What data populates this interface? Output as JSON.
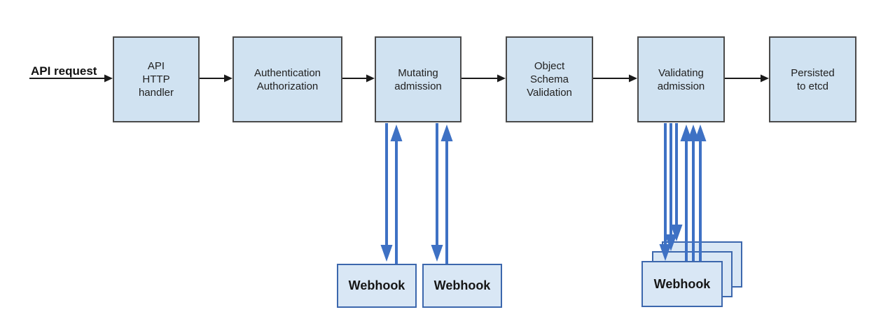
{
  "labels": {
    "api_request": "API request"
  },
  "nodes": [
    {
      "id": "api-http-handler",
      "label": "API\nHTTP\nhandler"
    },
    {
      "id": "authn-authz",
      "label": "Authentication\nAuthorization"
    },
    {
      "id": "mutating-admission",
      "label": "Mutating\nadmission"
    },
    {
      "id": "object-schema-validation",
      "label": "Object\nSchema\nValidation"
    },
    {
      "id": "validating-admission",
      "label": "Validating\nadmission"
    },
    {
      "id": "persisted-to-etcd",
      "label": "Persisted\nto etcd"
    }
  ],
  "webhooks": {
    "mutating": [
      "Webhook",
      "Webhook"
    ],
    "validating": "Webhook"
  },
  "edges": [
    {
      "from": "api-request",
      "to": "api-http-handler",
      "style": "black-arrow"
    },
    {
      "from": "api-http-handler",
      "to": "authn-authz",
      "style": "black-arrow"
    },
    {
      "from": "authn-authz",
      "to": "mutating-admission",
      "style": "black-arrow"
    },
    {
      "from": "mutating-admission",
      "to": "object-schema-validation",
      "style": "black-arrow"
    },
    {
      "from": "object-schema-validation",
      "to": "validating-admission",
      "style": "black-arrow"
    },
    {
      "from": "validating-admission",
      "to": "persisted-to-etcd",
      "style": "black-arrow"
    },
    {
      "from": "mutating-admission",
      "to": "webhook-1",
      "style": "blue-bidirectional"
    },
    {
      "from": "mutating-admission",
      "to": "webhook-2",
      "style": "blue-bidirectional"
    },
    {
      "from": "validating-admission",
      "to": "webhook-stack",
      "style": "blue-bidirectional-x3"
    }
  ],
  "colors": {
    "background": "#ffffff",
    "box_fill": "#d0e2f1",
    "box_border": "#4a4a4a",
    "webhook_fill": "#d9e7f5",
    "webhook_border": "#3c67ad",
    "arrow_blue": "#3e71c4",
    "arrow_black": "#1a1a1a",
    "text": "#212121"
  }
}
